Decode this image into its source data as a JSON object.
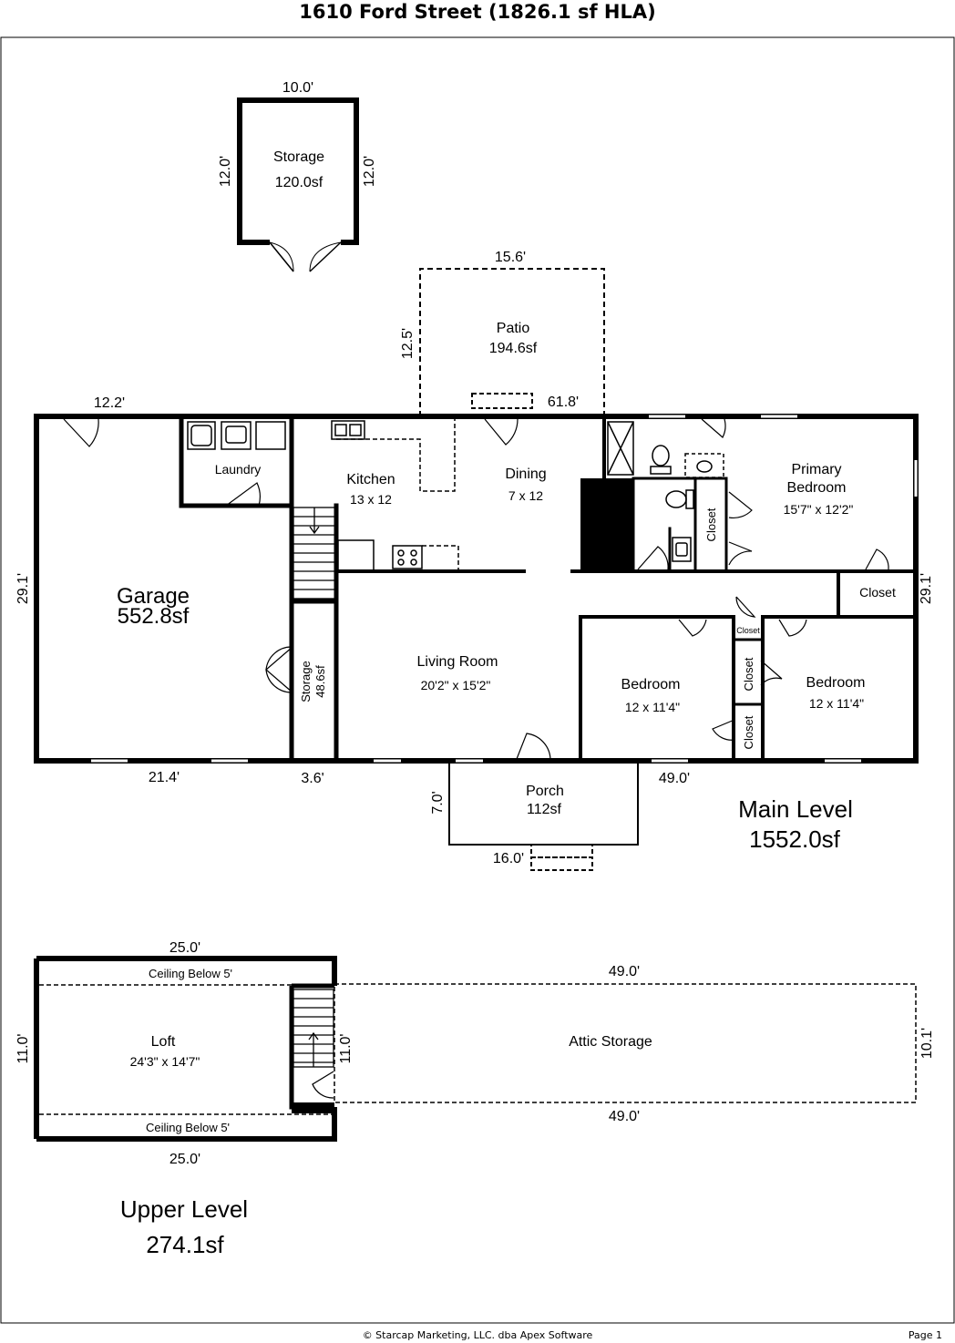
{
  "title": "1610 Ford Street (1826.1 sf HLA)",
  "footer": "© Starcap Marketing, LLC. dba Apex Software",
  "page_label": "Page 1",
  "main_level": {
    "label": "Main Level",
    "area": "1552.0sf",
    "rooms": {
      "storage_shed": {
        "name": "Storage",
        "area": "120.0sf"
      },
      "patio": {
        "name": "Patio",
        "area": "194.6sf"
      },
      "laundry": {
        "name": "Laundry"
      },
      "kitchen": {
        "name": "Kitchen",
        "size": "13 x 12"
      },
      "dining": {
        "name": "Dining",
        "size": "7 x 12"
      },
      "primary_bedroom": {
        "line1": "Primary",
        "line2": "Bedroom",
        "size": "15'7\" x 12'2\""
      },
      "garage": {
        "name": "Garage",
        "area": "552.8sf"
      },
      "storage_small": {
        "name": "Storage",
        "area": "48.6sf"
      },
      "living_room": {
        "name": "Living Room",
        "size": "20'2\" x 15'2\""
      },
      "bedroom_2": {
        "name": "Bedroom",
        "size": "12 x 11'4\""
      },
      "bedroom_3": {
        "name": "Bedroom",
        "size": "12 x 11'4\""
      },
      "porch": {
        "name": "Porch",
        "area": "112sf"
      },
      "closet_primary": "Closet",
      "closet_hall": "Closet",
      "closet_small": "Closet",
      "closet_bed2": "Closet",
      "closet_bed3": "Closet"
    },
    "dimensions": {
      "shed_top": "10.0'",
      "shed_left": "12.0'",
      "shed_right": "12.0'",
      "patio_top": "15.6'",
      "patio_left": "12.5'",
      "garage_top": "12.2'",
      "house_top": "61.8'",
      "left_side": "29.1'",
      "right_side": "29.1'",
      "garage_bottom": "21.4'",
      "storage_bottom": "3.6'",
      "porch_side": "7.0'",
      "porch_bottom": "16.0'",
      "house_bottom": "49.0'"
    }
  },
  "upper_level": {
    "label": "Upper Level",
    "area": "274.1sf",
    "rooms": {
      "loft": {
        "name": "Loft",
        "size": "24'3\" x 14'7\""
      },
      "attic": {
        "name": "Attic Storage"
      },
      "ceiling_top": "Ceiling Below 5'",
      "ceiling_bottom": "Ceiling Below 5'"
    },
    "dimensions": {
      "loft_top": "25.0'",
      "loft_bottom": "25.0'",
      "loft_left": "11.0'",
      "loft_right": "11.0'",
      "attic_top": "49.0'",
      "attic_bottom": "49.0'",
      "attic_right": "10.1'"
    }
  }
}
